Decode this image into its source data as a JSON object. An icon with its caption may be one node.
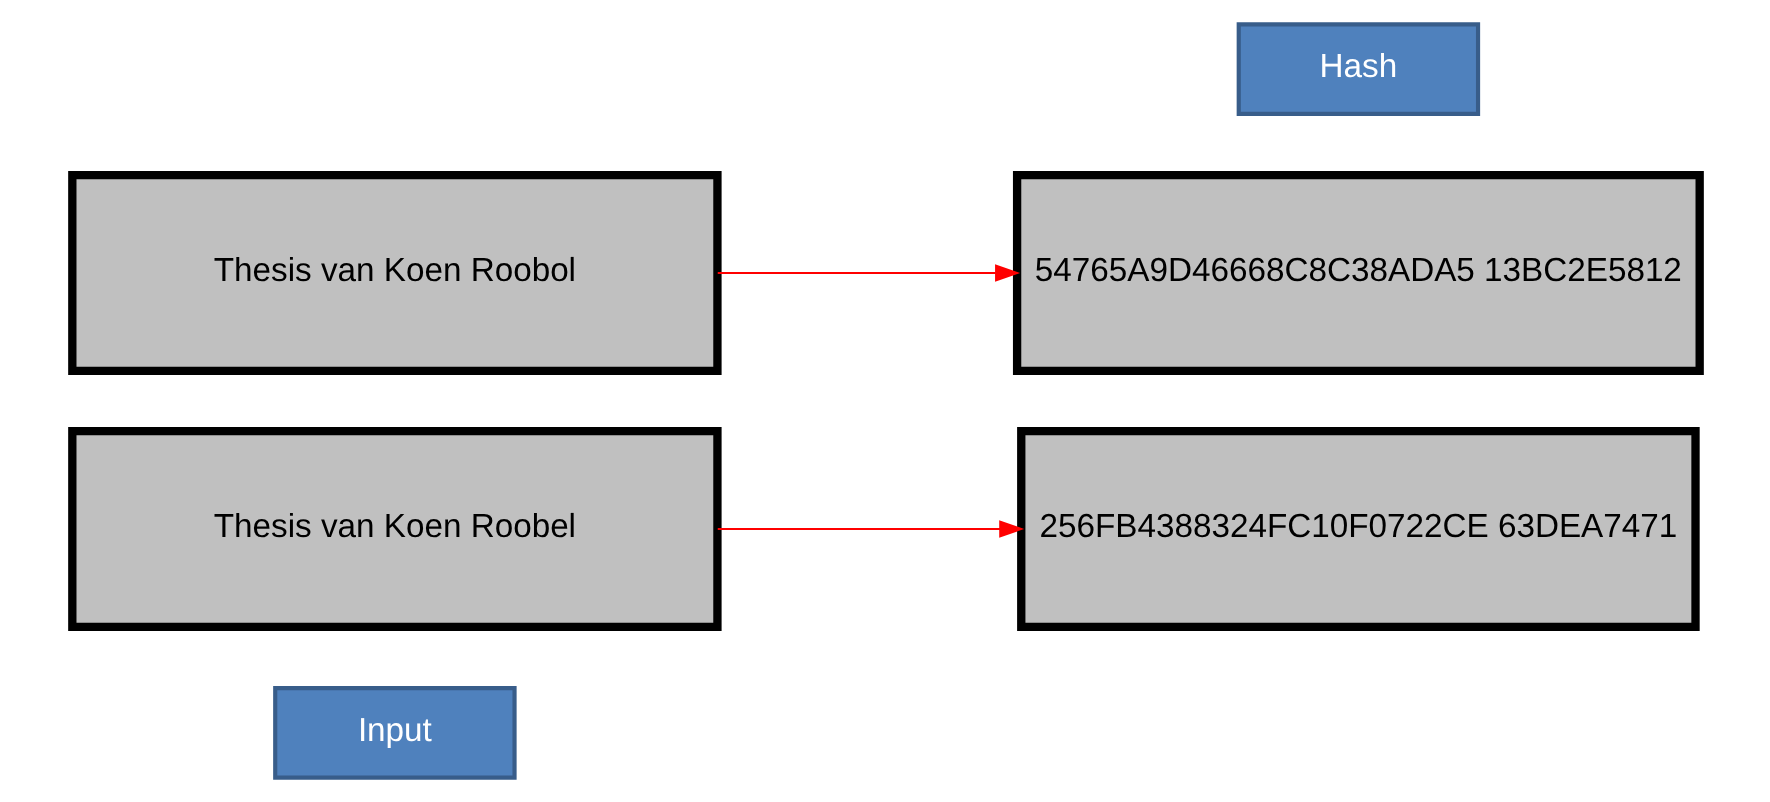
{
  "diagram": {
    "nodes": [
      {
        "text": [
          "Input"
        ]
      },
      {
        "text": [
          "Hash"
        ]
      },
      {
        "text": [
          "Thesis van Koen Roobel"
        ]
      },
      {
        "text": [
          "256FB4388324FC10F0722CE 63DEA7471"
        ]
      },
      {
        "text": [
          "Thesis van Koen Roobol"
        ]
      },
      {
        "text": [
          "54765A9D46668C8C38ADA5 13BC2E5812"
        ]
      }
    ],
    "edges": [
      {
        "from": 2,
        "to": 3,
        "arrow": "to",
        "color": "#ff0000"
      },
      {
        "from": 4,
        "to": 5,
        "arrow": "to",
        "color": "#ff0000"
      }
    ]
  }
}
